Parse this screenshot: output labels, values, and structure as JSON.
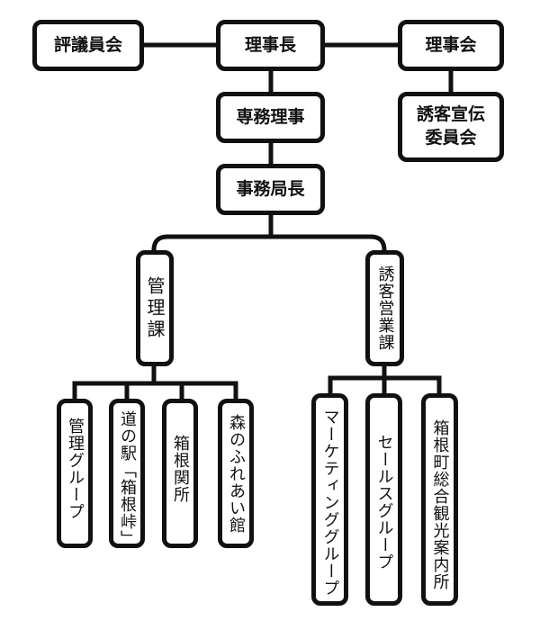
{
  "diagram": {
    "type": "organization-chart",
    "top_row": {
      "council": "評議員会",
      "chairman": "理事長",
      "board": "理事会"
    },
    "committee": "誘客宣伝\n委員会",
    "executive_director": "専務理事",
    "secretary_general": "事務局長",
    "divisions": [
      {
        "name": "管理課",
        "groups": [
          "管理グループ",
          "道の駅「箱根峠」",
          "箱根関所",
          "森のふれあい館"
        ]
      },
      {
        "name": "誘客営業課",
        "groups": [
          "マーケティンググループ",
          "セールスグループ",
          "箱根町総合観光案内所"
        ]
      }
    ],
    "colors": {
      "line": "#111111",
      "background": "#ffffff"
    }
  }
}
